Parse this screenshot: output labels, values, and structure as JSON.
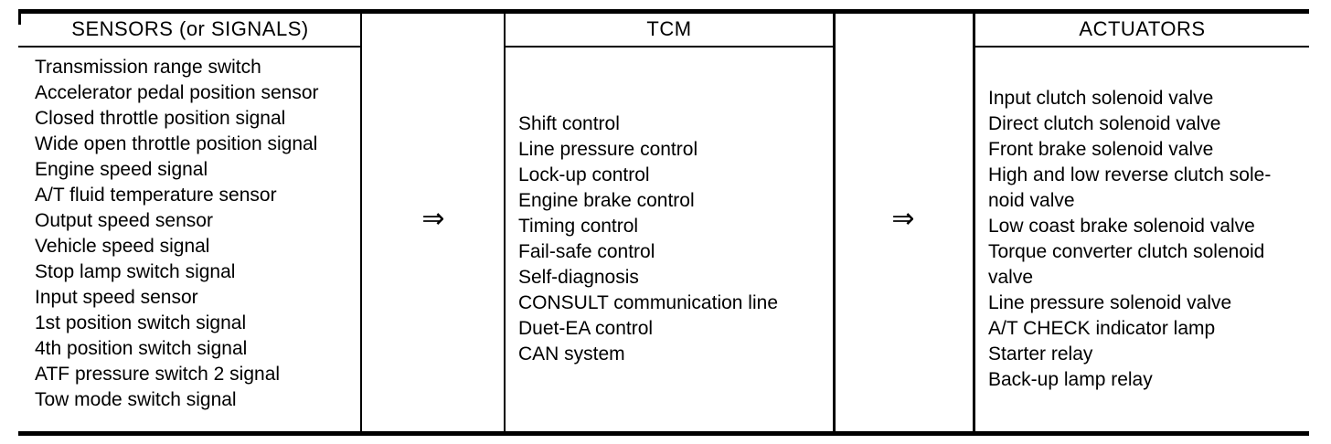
{
  "diagram": {
    "title_context": "A/T control block diagram",
    "flow_arrow": "⇒",
    "colors": {
      "background": "#ffffff",
      "line": "#000000",
      "text": "#000000"
    },
    "columns": [
      {
        "header": "SENSORS (or SIGNALS)",
        "lines": [
          "Transmission range switch",
          "Accelerator pedal position sensor",
          "Closed throttle position signal",
          "Wide open throttle position signal",
          "Engine speed signal",
          "A/T fluid temperature sensor",
          "Output speed sensor",
          "Vehicle speed signal",
          "Stop lamp switch signal",
          "Input speed sensor",
          "1st position switch signal",
          "4th position switch signal",
          "ATF pressure switch 2 signal",
          "Tow mode switch signal"
        ]
      },
      {
        "header": "TCM",
        "lines": [
          "Shift control",
          "Line pressure control",
          "Lock-up control",
          "Engine brake control",
          "Timing control",
          "Fail-safe control",
          "Self-diagnosis",
          "CONSULT communication line",
          "Duet-EA control",
          "CAN system"
        ]
      },
      {
        "header": "ACTUATORS",
        "lines": [
          "Input clutch solenoid valve",
          "Direct clutch solenoid valve",
          "Front brake solenoid valve",
          "High and low reverse clutch sole-",
          "noid valve",
          "Low coast brake solenoid valve",
          "Torque converter clutch solenoid",
          "valve",
          "Line pressure solenoid valve",
          "A/T CHECK indicator lamp",
          "Starter relay",
          "Back-up lamp relay"
        ]
      }
    ]
  }
}
